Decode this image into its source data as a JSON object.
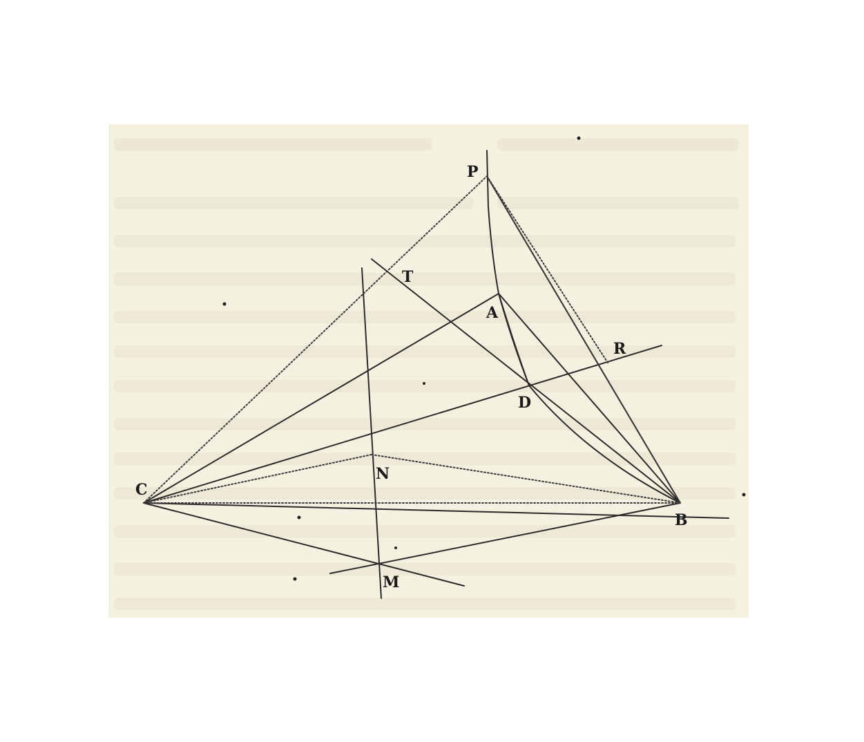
{
  "figure": {
    "paper_color": "#f4f1e1",
    "ink_color": "#2a2a2a",
    "point_labels": {
      "P": "P",
      "T": "T",
      "A": "A",
      "R": "R",
      "D": "D",
      "N": "N",
      "C": "C",
      "B": "B",
      "M": "M"
    }
  }
}
